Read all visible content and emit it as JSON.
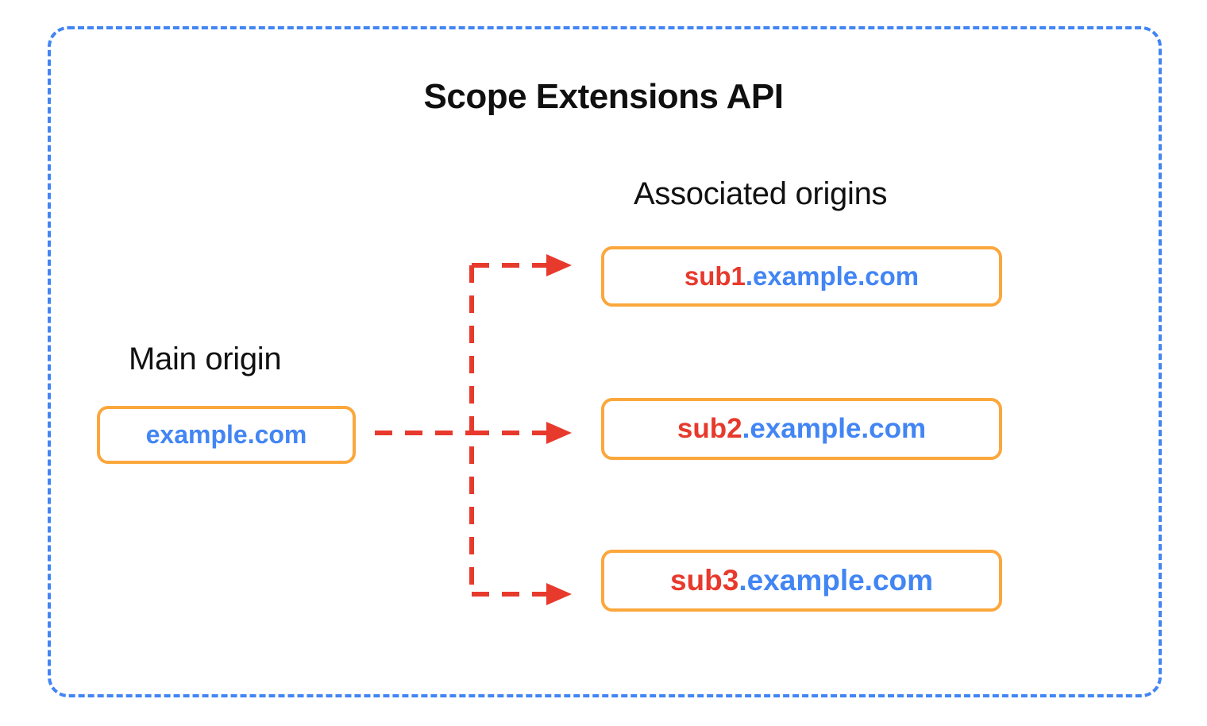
{
  "diagram": {
    "title": "Scope Extensions API",
    "labels": {
      "main_origin": "Main origin",
      "associated_origins": "Associated origins"
    },
    "main_origin": {
      "sub": "",
      "domain": "example.com"
    },
    "associated_origins": [
      {
        "sub": "sub1",
        "domain": ".example.com"
      },
      {
        "sub": "sub2",
        "domain": ".example.com"
      },
      {
        "sub": "sub3",
        "domain": ".example.com"
      }
    ],
    "colors": {
      "container_border": "#4285f4",
      "box_border": "#fba73c",
      "subdomain_text": "#e73a2d",
      "domain_text": "#4285f4",
      "arrow": "#e73a2d",
      "title_text": "#101010",
      "label_text": "#111111",
      "background": "#ffffff"
    },
    "connectors": {
      "style": "dashed",
      "arrowhead": "solid-triangle",
      "branch_count": 3
    }
  }
}
